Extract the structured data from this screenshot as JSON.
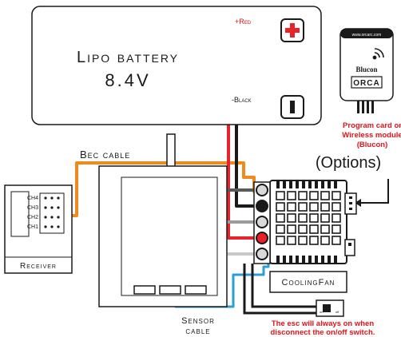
{
  "battery": {
    "name": "Lipo battery",
    "voltage": "8.4V",
    "positive_label": "+Red",
    "negative_label": "-Black"
  },
  "receiver": {
    "label": "Receiver",
    "channels": [
      "CH4",
      "CH3",
      "CH2",
      "CH1"
    ]
  },
  "bec_label": "Bec cable",
  "sensor_label": [
    "Sensor",
    "cable"
  ],
  "fan_label": "CoolingFan",
  "switch_note": [
    "The esc will always on when",
    "disconnect the on/off switch."
  ],
  "switch_labels": {
    "on": "on",
    "off": "off"
  },
  "blucon": {
    "url": "www.orcarc.com",
    "name": "Blucon",
    "brand": "ORCA"
  },
  "options_caption": [
    "Program card or",
    "Wireless module",
    "(Blucon)"
  ],
  "options_label": "(Options)",
  "colors": {
    "red_wire": "#e8212a",
    "black_wire": "#1a1a1a",
    "orange_wire": "#f08a1f",
    "gray_wire": "#9b9b9b",
    "light_gray_wire": "#c8c8c8",
    "dark_gray_wire": "#5a5a5a",
    "blue_wire": "#2a9fd6",
    "caption_red": "#e0141b"
  }
}
